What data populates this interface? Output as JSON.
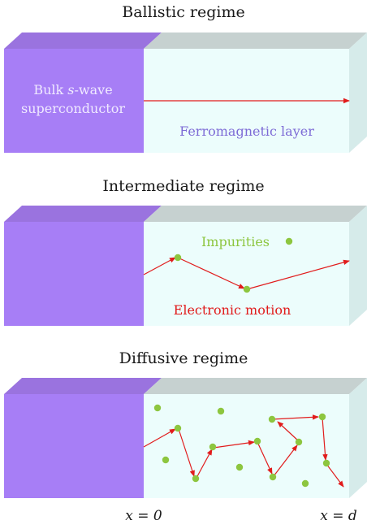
{
  "colors": {
    "superconductor_front": "#a77ef6",
    "superconductor_top": "#9a73df",
    "ferro_front": "#ecfdfc",
    "ferro_top": "#c6d1d0",
    "ferro_side": "#d6ebea",
    "sc_label": "#f0eaff",
    "ferro_label": "#7d6bd6",
    "impurity": "#8dc63f",
    "arrow": "#e11c1c",
    "text": "#1a1a1a"
  },
  "panels": [
    {
      "title": "Ballistic regime",
      "sc_label_line1": "Bulk ",
      "sc_label_s": "s",
      "sc_label_line1_end": "-wave",
      "sc_label_line2": "superconductor",
      "ferro_label": "Ferromagnetic layer",
      "impurities_label": "",
      "motion_label": ""
    },
    {
      "title": "Intermediate regime",
      "sc_label_line1": "",
      "sc_label_s": "",
      "sc_label_line1_end": "",
      "sc_label_line2": "",
      "ferro_label": "",
      "impurities_label": "Impurities",
      "motion_label": "Electronic motion"
    },
    {
      "title": "Diffusive regime",
      "sc_label_line1": "",
      "sc_label_s": "",
      "sc_label_line1_end": "",
      "sc_label_line2": "",
      "ferro_label": "",
      "impurities_label": "",
      "motion_label": ""
    }
  ],
  "axis": {
    "left_label": "x = 0",
    "right_label": "x = d"
  }
}
